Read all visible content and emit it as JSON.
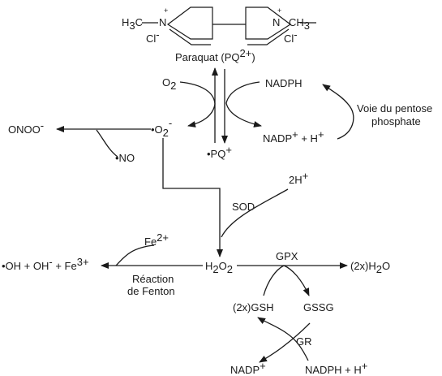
{
  "paraquat": {
    "methyl_left_H": "H",
    "methyl_left_3": "3",
    "methyl_left_C": "C",
    "n_left": "N",
    "charge_left": "+",
    "chloride_left": "Cl",
    "chloride_left_charge": "-",
    "n_right": "N",
    "charge_right": "+",
    "methyl_right": "CH",
    "methyl_right_3": "3",
    "chloride_right": "Cl",
    "chloride_right_charge": "-",
    "name": "Paraquat (PQ",
    "name_charge": "2+",
    "name_close": ")"
  },
  "upper_cycle": {
    "o2": "O",
    "o2_sub": "2",
    "nadph": "NADPH",
    "superoxide_dot": "•O",
    "superoxide_sub": "2",
    "superoxide_charge": "-",
    "pq_radical": "•PQ",
    "pq_radical_charge": "+",
    "nadp": "NADP",
    "nadp_charge": "+",
    "plus_h": " + H",
    "plus_h_charge": "+",
    "pentose_line1": "Voie du pentose",
    "pentose_line2": "phosphate"
  },
  "peroxynitrite": {
    "onoo": "ONOO",
    "onoo_charge": "-",
    "no_radical": "•NO"
  },
  "sod_branch": {
    "sod": "SOD",
    "two_h": "2H",
    "two_h_charge": "+"
  },
  "hydrogen_peroxide": {
    "h": "H",
    "h_sub": "2",
    "o": "O",
    "o_sub": "2"
  },
  "fenton": {
    "fe2": "Fe",
    "fe2_charge": "2+",
    "products": "•OH + OH",
    "products_charge": "-",
    "products_fe": " + Fe",
    "products_fe_charge": "3+",
    "label_line1": "Réaction",
    "label_line2": "de Fenton"
  },
  "glutathione": {
    "gpx": "GPX",
    "water": "(2x)H",
    "water_sub": "2",
    "water_o": "O",
    "gsh": "(2x)GSH",
    "gssg": "GSSG",
    "gr": "GR",
    "nadp": "NADP",
    "nadp_charge": "+",
    "nadph_h": "NADPH + H",
    "nadph_h_charge": "+"
  }
}
